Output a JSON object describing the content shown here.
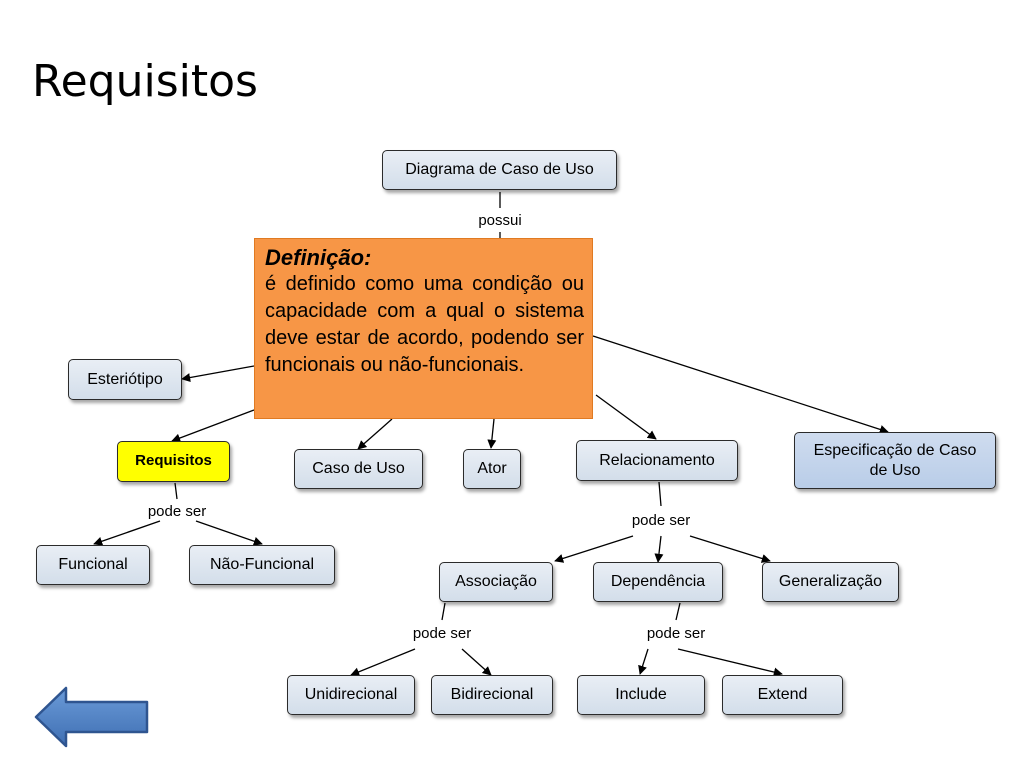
{
  "title": "Requisitos",
  "nodes": {
    "diagrama": "Diagrama de Caso de Uso",
    "esteriotipo": "Esteriótipo",
    "requisitos": "Requisitos",
    "caso_de_uso": "Caso de Uso",
    "ator": "Ator",
    "relacionamento": "Relacionamento",
    "especificacao": "Especificação de Caso de Uso",
    "funcional": "Funcional",
    "nao_funcional": "Não-Funcional",
    "associacao": "Associação",
    "dependencia": "Dependência",
    "generalizacao": "Generalização",
    "unidirecional": "Unidirecional",
    "bidirecional": "Bidirecional",
    "include": "Include",
    "extend": "Extend"
  },
  "labels": {
    "possui": "possui",
    "pode_ser_requisitos": "pode ser",
    "pode_ser_relacionamento": "pode ser",
    "pode_ser_associacao": "pode ser",
    "pode_ser_dependencia": "pode ser"
  },
  "definition": {
    "title": "Definição:",
    "text": "é definido como uma condição ou capacidade com a qual o sistema deve estar de acordo, podendo ser funcionais ou não-funcionais."
  },
  "colors": {
    "node_fill": "#dce5f0",
    "highlight": "#ffff00",
    "definition_fill": "#f79646",
    "back_arrow": "#4f81bd"
  },
  "back_button": {
    "icon": "left-arrow-icon"
  }
}
